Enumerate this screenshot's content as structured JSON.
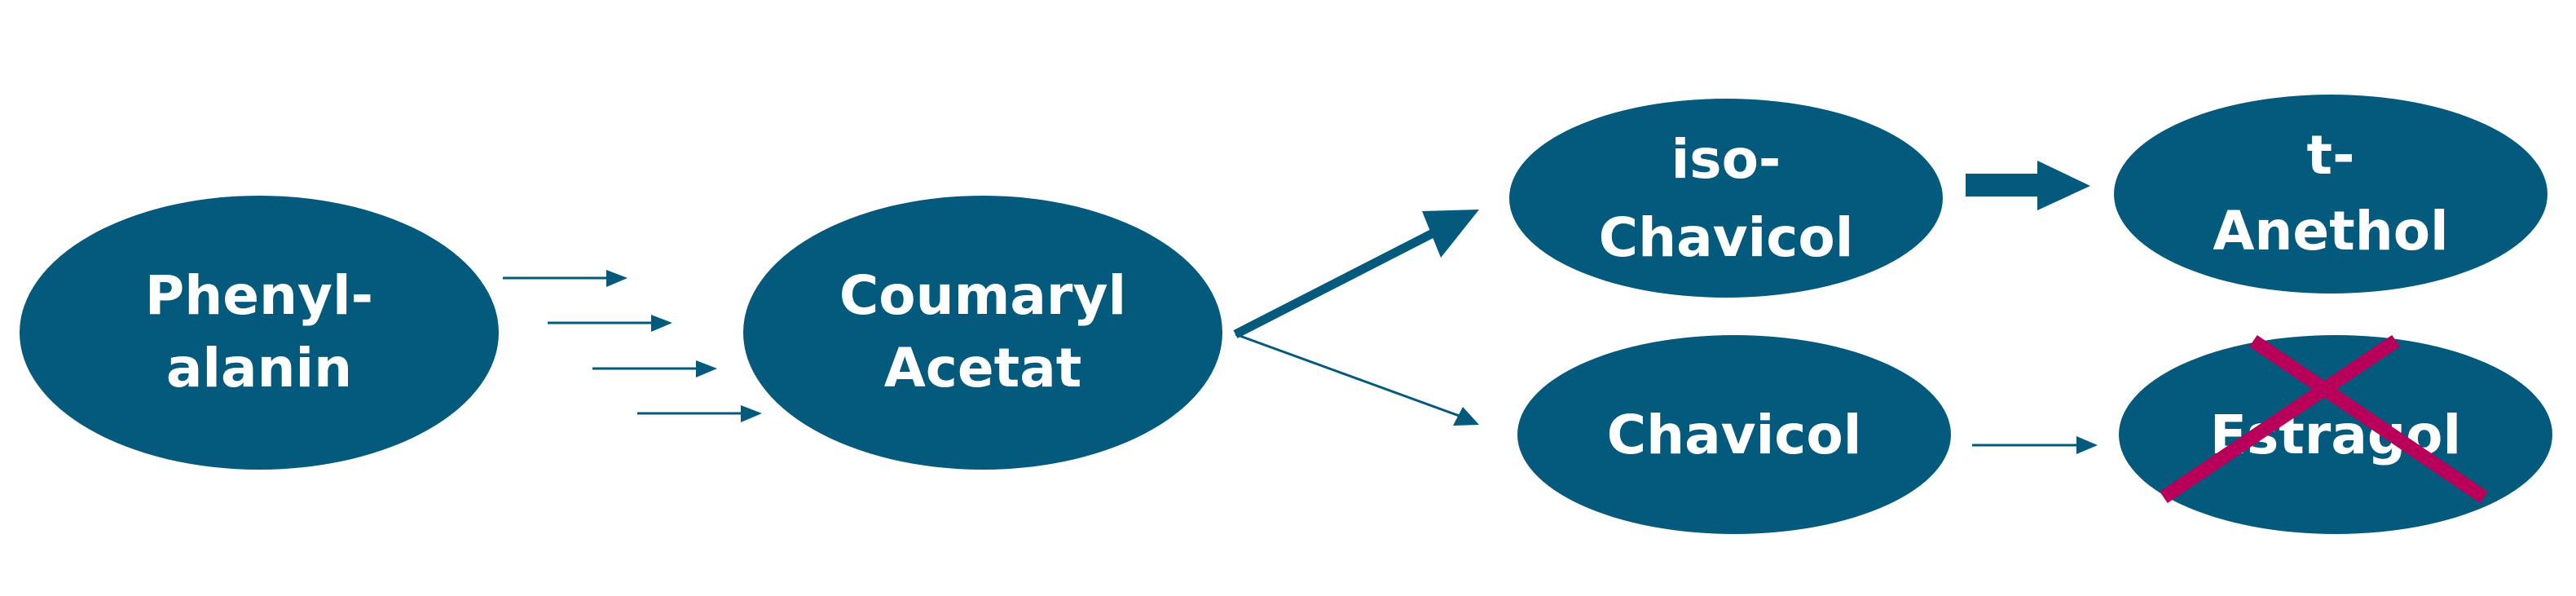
{
  "colors": {
    "node_fill": "#035a7d",
    "node_text": "#ffffff",
    "arrow": "#035a7d",
    "cross": "#b8005a"
  },
  "nodes": [
    {
      "id": "phenylalanin",
      "lines": [
        "Phenyl-",
        "alanin"
      ]
    },
    {
      "id": "coumaryl-acetat",
      "lines": [
        "Coumaryl",
        "Acetat"
      ]
    },
    {
      "id": "iso-chavicol",
      "lines": [
        "iso-",
        "Chavicol"
      ]
    },
    {
      "id": "t-anethol",
      "lines": [
        "t-",
        "Anethol"
      ]
    },
    {
      "id": "chavicol",
      "lines": [
        "Chavicol"
      ]
    },
    {
      "id": "estragol",
      "lines": [
        "Estragol"
      ],
      "crossed_out": true
    }
  ],
  "edges": [
    {
      "from": "phenylalanin",
      "to": "coumaryl-acetat",
      "style": "multi-step"
    },
    {
      "from": "coumaryl-acetat",
      "to": "iso-chavicol",
      "style": "bold"
    },
    {
      "from": "coumaryl-acetat",
      "to": "chavicol",
      "style": "thin"
    },
    {
      "from": "iso-chavicol",
      "to": "t-anethol",
      "style": "block"
    },
    {
      "from": "chavicol",
      "to": "estragol",
      "style": "thin"
    }
  ]
}
